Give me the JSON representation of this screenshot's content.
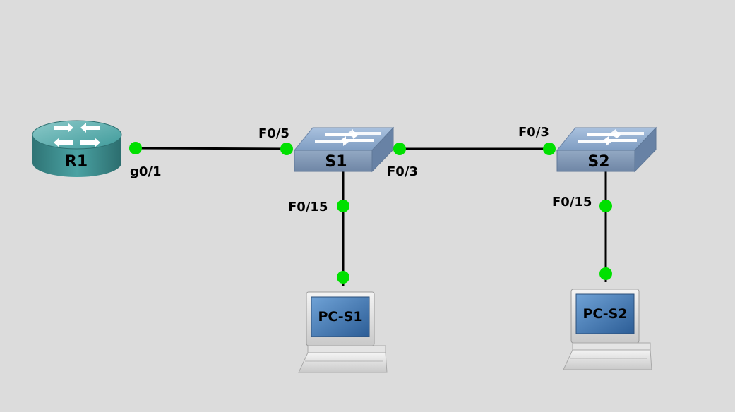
{
  "topology": {
    "devices": {
      "r1": {
        "name": "R1",
        "icon": "router-icon"
      },
      "s1": {
        "name": "S1",
        "icon": "switch-icon"
      },
      "s2": {
        "name": "S2",
        "icon": "switch-icon"
      },
      "pc_s1": {
        "name": "PC-S1",
        "icon": "pc-icon"
      },
      "pc_s2": {
        "name": "PC-S2",
        "icon": "pc-icon"
      }
    },
    "ports": {
      "r1_g01": "g0/1",
      "s1_f05": "F0/5",
      "s1_f03": "F0/3",
      "s2_f03": "F0/3",
      "s1_f015": "F0/15",
      "s2_f015": "F0/15"
    },
    "links": [
      {
        "from": "R1 g0/1",
        "to": "S1 F0/5"
      },
      {
        "from": "S1 F0/3",
        "to": "S2 F0/3"
      },
      {
        "from": "S1 F0/15",
        "to": "PC-S1"
      },
      {
        "from": "S2 F0/15",
        "to": "PC-S2"
      }
    ]
  },
  "colors": {
    "background": "#dcdcdc",
    "link": "#000000",
    "port_up": "#00e000",
    "router": "#3e8f91",
    "switch": "#8ea6c4",
    "pc_screen": "#3f78b2"
  }
}
